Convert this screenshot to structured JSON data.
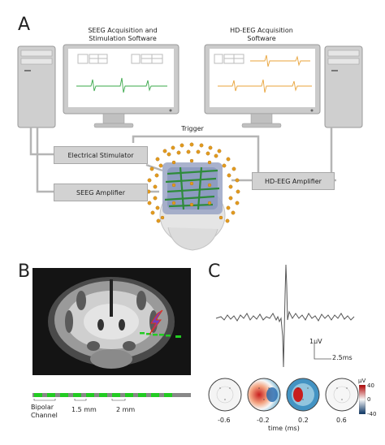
{
  "panels": {
    "a": "A",
    "b": "B",
    "c": "C"
  },
  "panel_a": {
    "seeg_software": "SEEG Acquisition and Stimulation Software",
    "hdeeg_software": "HD-EEG Acquisition Software",
    "trigger": "Trigger",
    "electrical_stimulator": "Electrical Stimulator",
    "seeg_amplifier": "SEEG Amplifier",
    "hdeeg_amplifier": "HD-EEG Amplifier",
    "colors": {
      "seeg_trace": "#3aa84a",
      "eeg_trace": "#e8a33a",
      "monitor": "#c9c9c9",
      "electrode": "#e29b1e"
    }
  },
  "panel_b": {
    "bipolar_channel": "Bipolar\nChannel",
    "dist1": "1.5 mm",
    "dist2": "2 mm",
    "colors": {
      "contact": "#22cc22",
      "bolt": "#7040c0"
    }
  },
  "panel_c": {
    "scale_amp": "1uV",
    "scale_time": "2.5ms",
    "colorbar_unit": "μV",
    "colorbar_max": "40",
    "colorbar_mid": "0",
    "colorbar_min": "-40",
    "time_labels": [
      "-0.6",
      "-0.2",
      "0.2",
      "0.6"
    ],
    "xlabel": "time (ms)"
  }
}
